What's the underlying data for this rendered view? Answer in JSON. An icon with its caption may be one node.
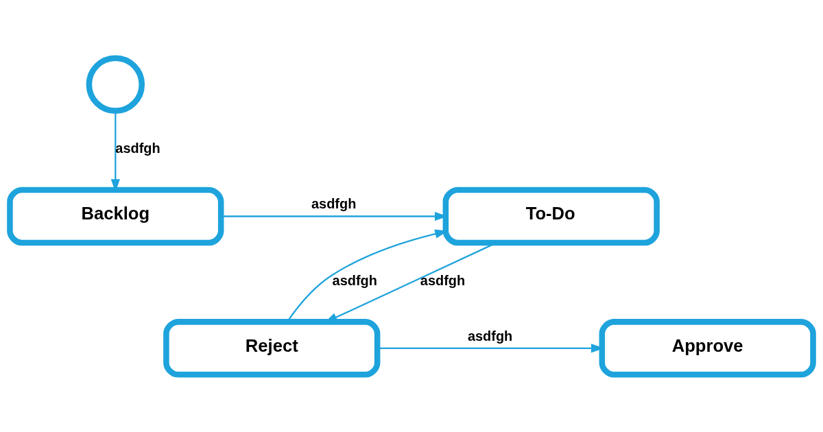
{
  "diagram": {
    "nodes": [
      {
        "text": [],
        "shape": "circle"
      },
      {
        "text": [
          "Backlog"
        ]
      },
      {
        "text": [
          "To-Do"
        ]
      },
      {
        "text": [
          "Reject"
        ]
      },
      {
        "text": [
          "Approve"
        ]
      }
    ],
    "edges": [
      {
        "from": 0,
        "to": 1,
        "arrow": "to",
        "label": "asdfgh"
      },
      {
        "from": 1,
        "to": 2,
        "arrow": "to",
        "label": "asdfgh"
      },
      {
        "from": 2,
        "to": 3,
        "arrow": "to",
        "label": "asdfgh"
      },
      {
        "from": 3,
        "to": 2,
        "arrow": "to",
        "label": "asdfgh"
      },
      {
        "from": 3,
        "to": 4,
        "arrow": "to",
        "label": "asdfgh"
      }
    ]
  }
}
